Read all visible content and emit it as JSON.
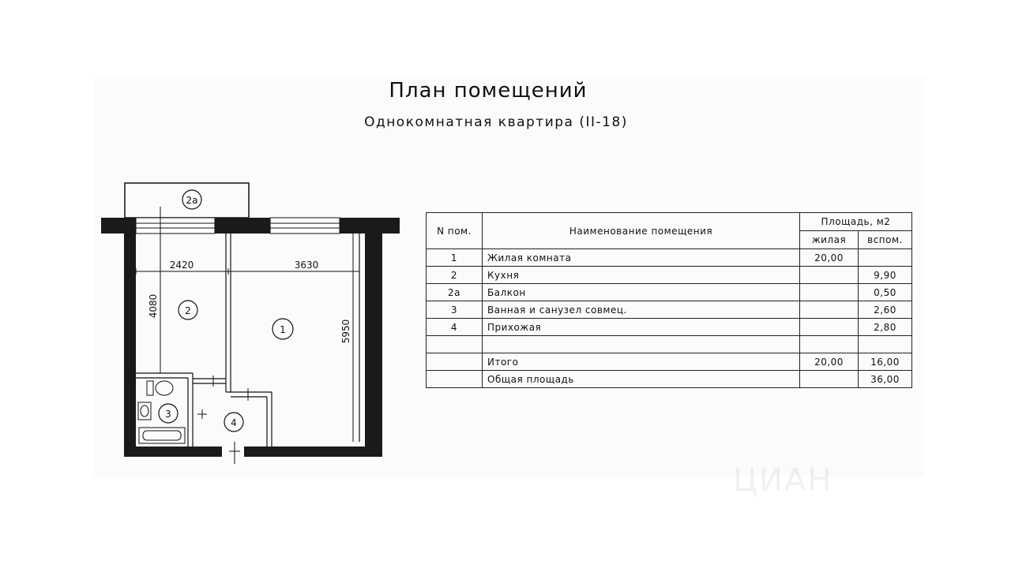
{
  "title": "План помещений",
  "subtitle": "Однокомнатная квартира (II-18)",
  "plan": {
    "room_labels": [
      "2a",
      "2",
      "1",
      "3",
      "4"
    ],
    "dimensions": [
      "2420",
      "3630",
      "4080",
      "5950"
    ]
  },
  "table": {
    "header": {
      "number": "N пом.",
      "name": "Наименование помещения",
      "area": "Площадь,  м2",
      "living": "жилая",
      "aux": "вспом."
    },
    "rows": [
      {
        "num": "1",
        "name": "Жилая комната",
        "living": "20,00",
        "aux": ""
      },
      {
        "num": "2",
        "name": "Кухня",
        "living": "",
        "aux": "9,90"
      },
      {
        "num": "2a",
        "name": "Балкон",
        "living": "",
        "aux": "0,50"
      },
      {
        "num": "3",
        "name": " Ванная и санузел совмец.",
        "living": "",
        "aux": "2,60"
      },
      {
        "num": "4",
        "name": "Прихожая",
        "living": "",
        "aux": "2,80"
      }
    ],
    "total": {
      "name": "Итого",
      "living": "20,00",
      "aux": "16,00"
    },
    "grand_total": {
      "name": "Общая площадь",
      "aux": "36,00"
    }
  },
  "watermark": "ЦИАН"
}
